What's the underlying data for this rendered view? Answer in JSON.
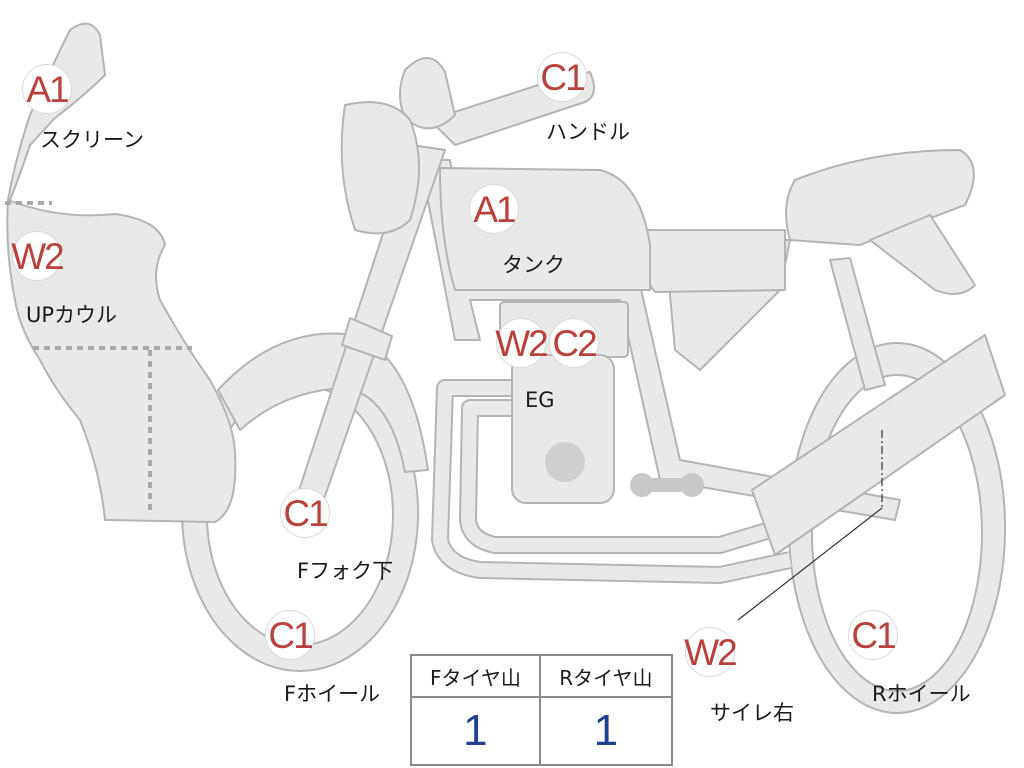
{
  "colors": {
    "part_fill": "#e9e9e7",
    "part_stroke": "#b4b4b4",
    "grade_text": "#b8413c",
    "value_text": "#1f3f8f",
    "label_text": "#1a1a1a",
    "table_border": "#8a8a8a"
  },
  "parts": [
    {
      "id": "screen",
      "grade": "A1",
      "label": "スクリーン"
    },
    {
      "id": "up-cowl",
      "grade": "W2",
      "label": "UPカウル"
    },
    {
      "id": "handle",
      "grade": "C1",
      "label": "ハンドル"
    },
    {
      "id": "tank",
      "grade": "A1",
      "label": "タンク"
    },
    {
      "id": "engine",
      "grades": [
        "W2",
        "C2"
      ],
      "label": "EG"
    },
    {
      "id": "front-fork-lower",
      "grade": "C1",
      "label": "Fフォク下"
    },
    {
      "id": "front-wheel",
      "grade": "C1",
      "label": "Fホイール"
    },
    {
      "id": "muffler-right",
      "grade": "W2",
      "label": "サイレ右"
    },
    {
      "id": "rear-wheel",
      "grade": "C1",
      "label": "Rホイール"
    }
  ],
  "tire_table": {
    "headers": [
      "Fタイヤ山",
      "Rタイヤ山"
    ],
    "values": [
      "1",
      "1"
    ]
  }
}
